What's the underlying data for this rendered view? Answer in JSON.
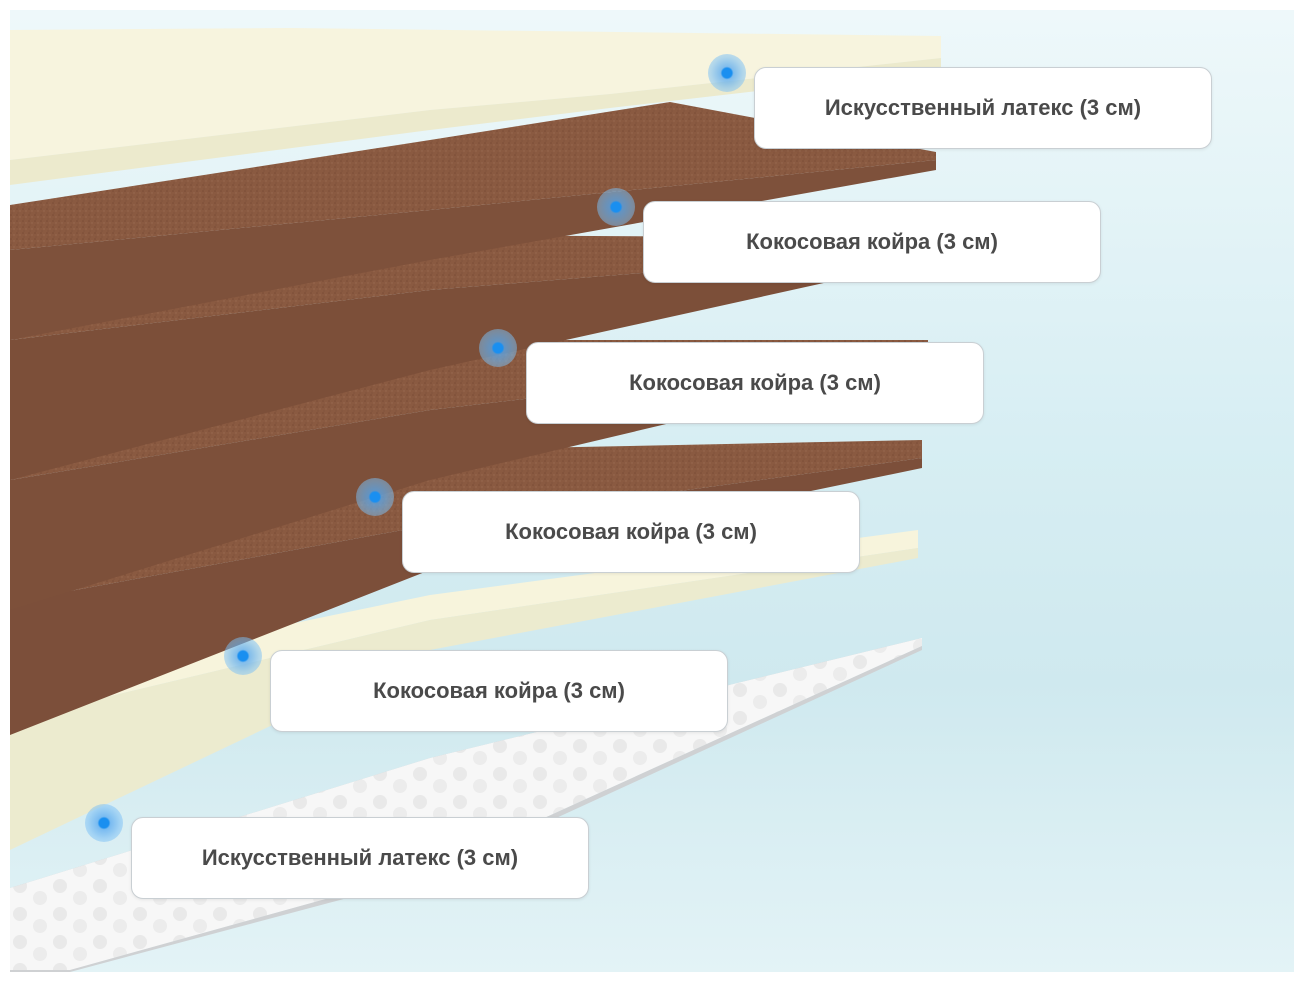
{
  "layers": [
    {
      "label": "Искусственный латекс (3 см)",
      "material": "latex",
      "color": "#f6f2d8"
    },
    {
      "label": "Кокосовая койра (3 см)",
      "material": "coir",
      "color": "#8a5a41"
    },
    {
      "label": "Кокосовая койра (3 см)",
      "material": "coir",
      "color": "#8a5a41"
    },
    {
      "label": "Кокосовая койра (3 см)",
      "material": "coir",
      "color": "#8a5a41"
    },
    {
      "label": "Кокосовая койра (3 см)",
      "material": "coir",
      "color": "#8a5a41"
    },
    {
      "label": "Искусственный латекс (3 см)",
      "material": "latex",
      "color": "#f6f2d8"
    }
  ],
  "colors": {
    "marker": "#1a8ff0",
    "label_text": "#4a4a4a",
    "coir": "#8a5a41",
    "latex": "#f6f2d8",
    "cover": "#f4f4f4"
  },
  "marker_icon": "blue-dot-marker"
}
